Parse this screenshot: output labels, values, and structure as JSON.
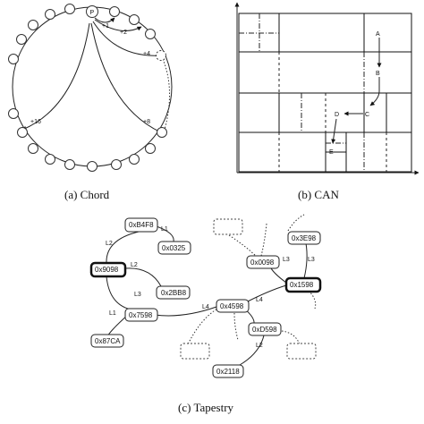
{
  "chord": {
    "caption": "(a)  Chord",
    "start_node": "P",
    "fingers": [
      "+1",
      "+2",
      "+4",
      "+8",
      "+16"
    ]
  },
  "can": {
    "caption": "(b)  CAN",
    "points": [
      "A",
      "B",
      "C",
      "D",
      "E"
    ]
  },
  "tapestry": {
    "caption": "(c)  Tapestry",
    "nodes": [
      "0xB4F8",
      "0x0325",
      "0x9098",
      "0x2BB8",
      "0x7598",
      "0x87CA",
      "0x4598",
      "0xD598",
      "0x2118",
      "0x0098",
      "0x3E98",
      "0x1598"
    ],
    "levels": {
      "l1": "L1",
      "l2": "L2",
      "l3": "L3",
      "l4": "L4"
    }
  }
}
